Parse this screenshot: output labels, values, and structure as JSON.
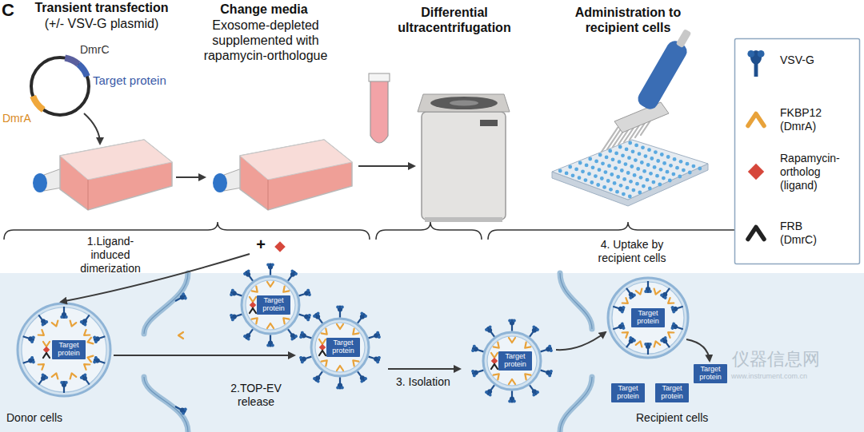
{
  "diagram": {
    "nodes": [
      {
        "text": [
          "Target protein"
        ]
      },
      {
        "text": [
          "Target protein"
        ]
      },
      {
        "text": [
          "Target protein"
        ]
      },
      {
        "text": [
          "Target protein"
        ]
      },
      {
        "text": [
          "Target protein"
        ]
      },
      {
        "text": [
          "Target protein"
        ]
      },
      {
        "text": [
          "Target protein"
        ]
      },
      {
        "text": [
          "Target protein"
        ]
      }
    ],
    "labels": [
      "C",
      "Transient transfection",
      "(+/- VSV-G plasmid)",
      "Change media",
      "Exosome-depleted supplemented with rapamycin-orthologue",
      "Differential ultracentrifugation",
      "Administration to recipient cells",
      "DmrC",
      "Target protein",
      "DmrA",
      "1.Ligand-induced dimerization",
      "+",
      "2.TOP-EV release",
      "3. Isolation",
      "4. Uptake by recipient cells",
      "Donor cells",
      "Recipient cells",
      "仪器信息网",
      "www.instrument.com.cn"
    ],
    "legend": [
      {
        "text": "VSV-G"
      },
      {
        "text": "FKBP12 (DmrA)"
      },
      {
        "text": "Rapamycin-ortholog (ligand)"
      },
      {
        "text": "FRB (DmrC)"
      }
    ]
  }
}
